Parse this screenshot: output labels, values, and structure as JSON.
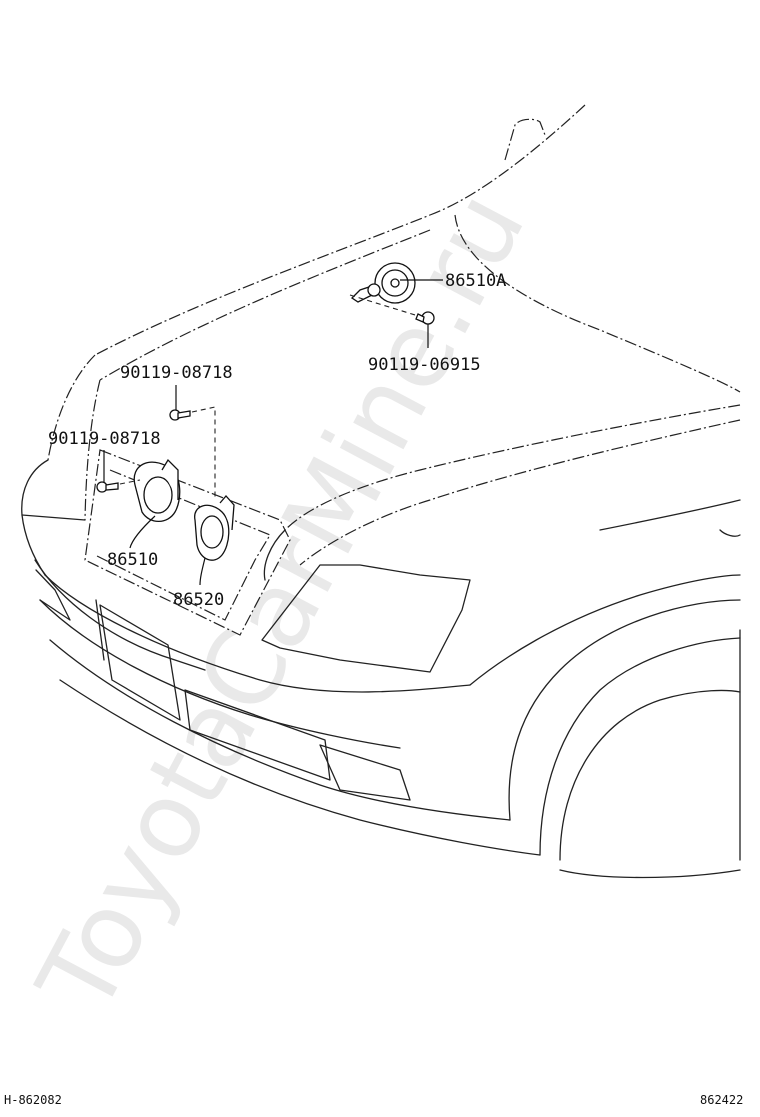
{
  "watermark": "ToyotaCarMine.ru",
  "parts": {
    "horn_assy_a": "86510A",
    "bolt_upper_right": "90119-06915",
    "bolt_left_top": "90119-08718",
    "bolt_left_lower": "90119-08718",
    "horn_high": "86510",
    "horn_low": "86520"
  },
  "footer": {
    "left_code": "H-862082",
    "right_code": "862422"
  }
}
